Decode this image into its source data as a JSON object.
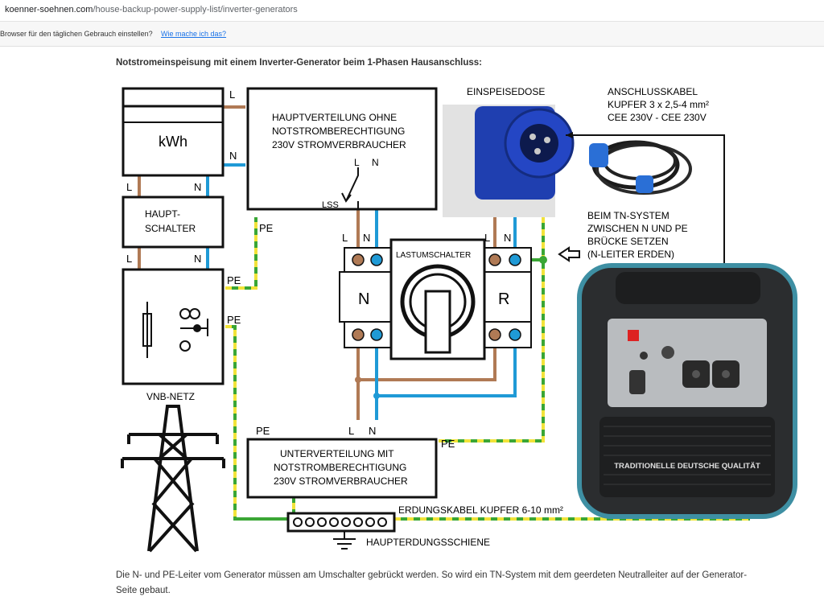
{
  "browser": {
    "url_domain": "koenner-soehnen.com",
    "url_path": "/house-backup-power-supply-list/inverter-generators",
    "infobar_message": "Browser für den täglichen Gebrauch einstellen?",
    "infobar_link": "Wie mache ich das?"
  },
  "article": {
    "heading": "Notstromeinspeisung mit einem Inverter-Generator beim 1-Phasen Hausanschluss:",
    "caption_line1": "Die N- und PE-Leiter vom Generator müssen am Umschalter gebrückt werden. So wird ein TN-System mit dem geerdeten Neutralleiter auf der Generator-",
    "caption_line2": "Seite gebaut."
  },
  "diagram": {
    "meter_label": "kWh",
    "main_switch_line1": "HAUPT-",
    "main_switch_line2": "SCHALTER",
    "main_dist_line1": "HAUPTVERTEILUNG   OHNE",
    "main_dist_line2": "NOTSTROMBERECHTIGUNG",
    "main_dist_line3": "230V  STROMVERBRAUCHER",
    "lss_label": "LSS",
    "wire_L": "L",
    "wire_N": "N",
    "wire_PE": "PE",
    "grid_label": "VNB-NETZ",
    "transfer_switch_label": "LASTUMSCHALTER",
    "switch_pos_N": "N",
    "switch_pos_R": "R",
    "inlet_label": "EINSPEISEDOSE",
    "cable_line1": "ANSCHLUSSKABEL",
    "cable_line2": "KUPFER 3 x 2,5-4 mm²",
    "cable_line3": "CEE 230V - CEE 230V",
    "tn_line1": "BEIM TN-SYSTEM",
    "tn_line2": "ZWISCHEN N UND PE",
    "tn_line3": "BRÜCKE  SETZEN",
    "tn_line4": "(N-LEITER ERDEN)",
    "sub_dist_line1": "UNTERVERTEILUNG  MIT",
    "sub_dist_line2": "NOTSTROMBERECHTIGUNG",
    "sub_dist_line3": "230V STROMVERBRAUCHER",
    "earth_cable_label": "ERDUNGSKABEL   KUPFER   6-10 mm²",
    "earth_bar_label": "HAUPTERDUNGSSCHIENE",
    "generator_brand": "TRADITIONELLE DEUTSCHE QUALITÄT"
  },
  "colors": {
    "L_wire": "#b07a55",
    "N_wire": "#1f9ad6",
    "PE_green": "#3aa635",
    "PE_yellow": "#f2e33a",
    "inlet_blue": "#1f3fb0",
    "link": "#1a73e8"
  },
  "icons": {
    "arrow": "hollow-left-arrow-icon",
    "pylon": "power-pylon-icon",
    "ground": "ground-symbol-icon"
  }
}
